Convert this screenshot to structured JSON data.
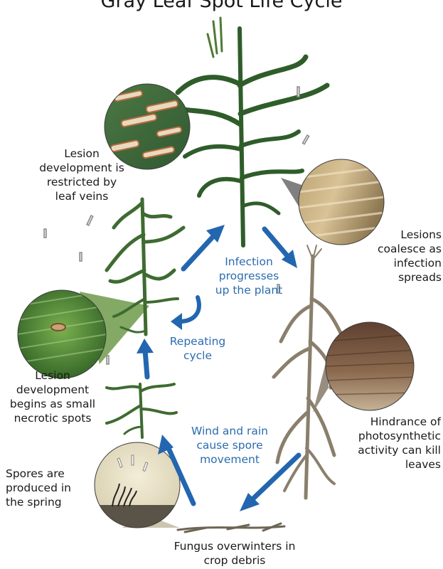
{
  "title": "Gray Leaf Spot Life Cycle",
  "labels": {
    "lesion_restricted": [
      "Lesion",
      "development is",
      "restricted by",
      "leaf veins"
    ],
    "lesions_coalesce": [
      "Lesions",
      "coalesce as",
      "infection",
      "spreads"
    ],
    "infection_progresses": [
      "Infection",
      "progresses",
      "up the plant"
    ],
    "repeating_cycle": [
      "Repeating",
      "cycle"
    ],
    "lesion_begins": [
      "Lesion",
      "development",
      "begins as small",
      "necrotic spots"
    ],
    "hindrance": [
      "Hindrance of",
      "photosynthetic",
      "activity can kill",
      "leaves"
    ],
    "wind_rain": [
      "Wind and rain",
      "cause spore",
      "movement"
    ],
    "spores_produced": [
      "Spores are",
      "produced in",
      "the spring"
    ],
    "fungus_overwinters": [
      "Fungus overwinters in",
      "crop debris"
    ]
  },
  "colors": {
    "arrow": "#2366b0",
    "blue_text": "#2b6cb0",
    "leaf_dark": "#2f5d2a",
    "leaf_light": "#6f9a4a",
    "dead_plant": "#8a7f6c",
    "lesion": "#c9a27a"
  }
}
